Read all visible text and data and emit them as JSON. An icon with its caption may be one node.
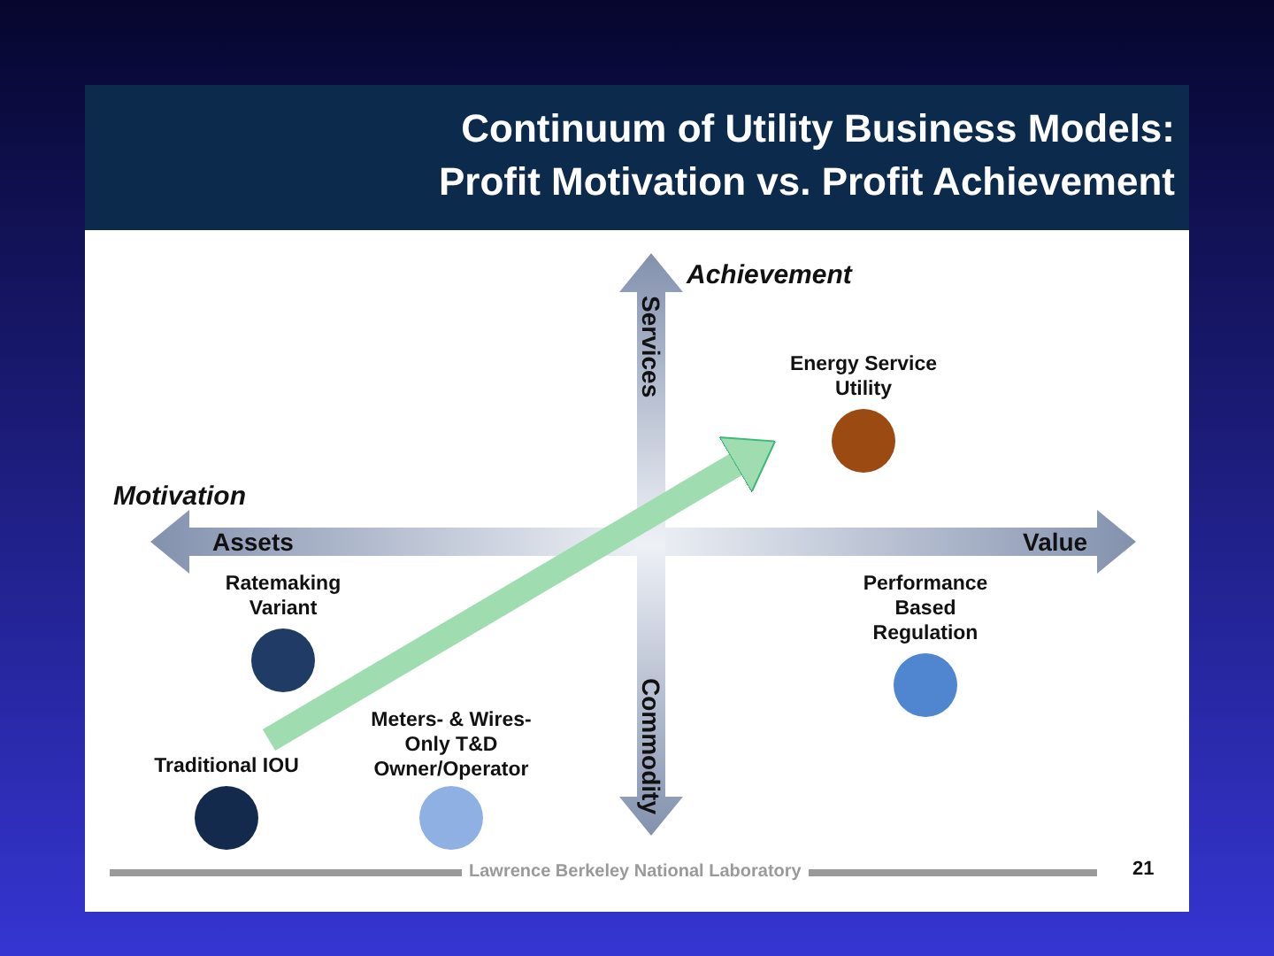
{
  "diagram": {
    "title": "Continuum of Utility Business Models: Profit Motivation vs. Profit Achievement",
    "nodes": [
      {
        "text": [
          "Energy Service Utility"
        ]
      },
      {
        "text": [
          "Ratemaking Variant"
        ]
      },
      {
        "text": [
          "Performance Based Regulation"
        ]
      },
      {
        "text": [
          "Meters- & Wires- Only T&D Owner/Operator"
        ]
      },
      {
        "text": [
          "Traditional IOU"
        ]
      }
    ],
    "edges": [
      {
        "from": 4,
        "to": 0,
        "arrow": "to",
        "style": "thick"
      }
    ],
    "labels": [
      "Achievement",
      "Services",
      "Motivation",
      "Assets",
      "Value",
      "Commodity",
      "Lawrence Berkeley National Laboratory",
      "21"
    ]
  }
}
